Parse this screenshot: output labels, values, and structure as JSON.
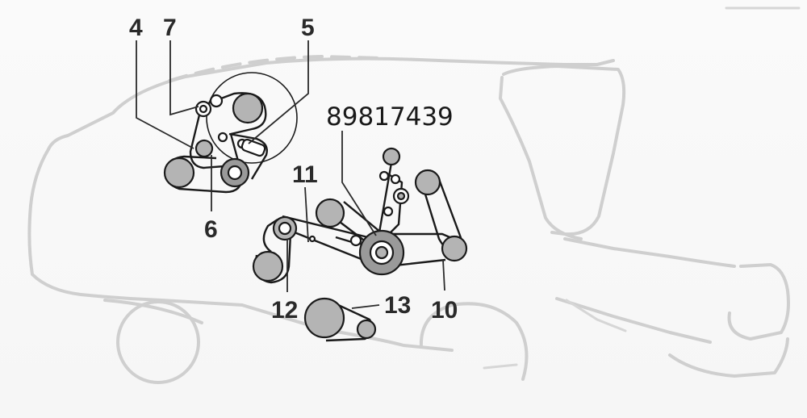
{
  "part_number": "89817439",
  "callouts": {
    "c4": "4",
    "c7": "7",
    "c5": "5",
    "c6": "6",
    "c11": "11",
    "c12": "12",
    "c13": "13",
    "c10": "10"
  },
  "colors": {
    "outline": "#cfcfcf",
    "belt": "#1a1a1a",
    "pulley_fill": "#b4b4b4",
    "text": "#2a2a2a"
  }
}
